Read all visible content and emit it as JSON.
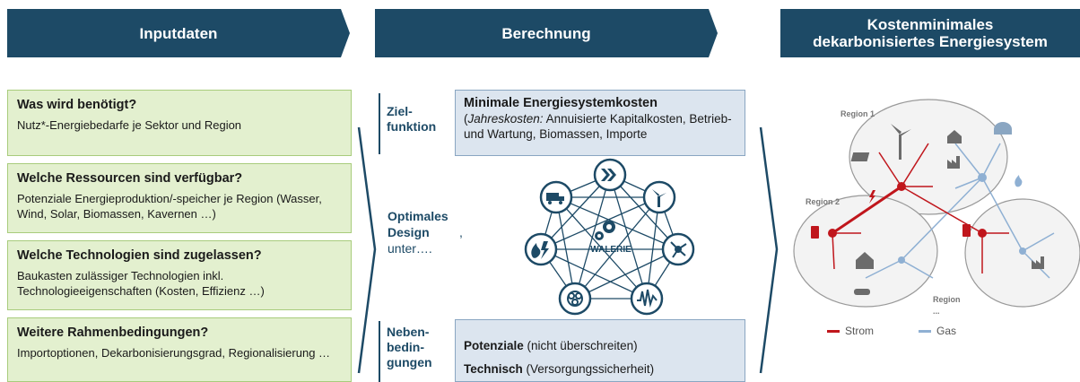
{
  "headers": {
    "input": "Inputdaten",
    "calc": "Berechnung",
    "result_line1": "Kostenminimales",
    "result_line2": "dekarbonisiertes Energiesystem"
  },
  "inputs": [
    {
      "title": "Was wird benötigt?",
      "desc": "Nutz*-Energiebedarfe je Sektor und Region"
    },
    {
      "title": "Welche Ressourcen sind verfügbar?",
      "desc": "Potenziale Energieproduktion/-speicher je Region (Wasser, Wind, Solar, Biomassen, Kavernen …)"
    },
    {
      "title": "Welche Technologien sind zugelassen?",
      "desc": "Baukasten zulässiger Technologien inkl. Technologieeigenschaften (Kosten, Effizienz …)"
    },
    {
      "title": "Weitere Rahmenbedingungen?",
      "desc": "Importoptionen, Dekarbonisierungsgrad, Regionalisierung …"
    }
  ],
  "calc": {
    "objective_label": "Ziel-\nfunktion",
    "objective_title": "Minimale Energiesystemkosten",
    "objective_italic": "Jahreskosten:",
    "objective_rest": "Annuisierte Kapitalkosten, Betrieb- und Wartung, Biomassen, Importe",
    "design_bold": "Optimales Design",
    "design_comma": ",",
    "design_rest": "unter….",
    "center_label": "WALERIE",
    "constraint_label": "Neben-\nbedin-\ngungen",
    "constraint1_bold": "Potenziale",
    "constraint1_rest": "(nicht überschreiten)",
    "constraint2_bold": "Technisch",
    "constraint2_rest": "(Versorgungssicherheit)"
  },
  "result": {
    "region1": "Region 1",
    "region2": "Region 2",
    "region3": "Region",
    "region3_dots": "...",
    "legend_strom": "Strom",
    "legend_gas": "Gas"
  },
  "colors": {
    "header": "#1d4a66",
    "green_box": "#e3f0cf",
    "blue_box": "#dce5ef",
    "strom": "#c0161c",
    "gas": "#8fb0d3"
  },
  "icons": [
    "electrolyzer-icon",
    "factory-truck-icon",
    "wind-turbine-icon",
    "fire-bolt-icon",
    "network-icon",
    "water-turbine-icon",
    "waveform-icon",
    "gear-icon"
  ]
}
